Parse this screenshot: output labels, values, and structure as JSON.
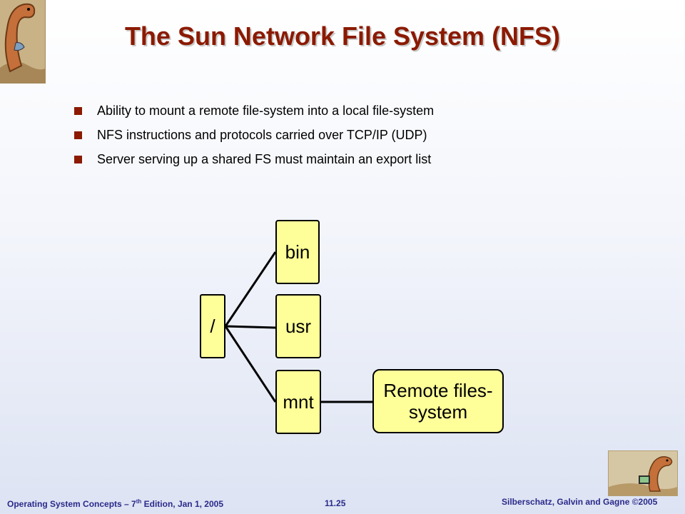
{
  "slide": {
    "title": "The Sun Network File System (NFS)",
    "bullets": [
      "Ability to mount a remote file-system into a local file-system",
      "NFS instructions and protocols carried over TCP/IP (UDP)",
      "Server serving up a shared FS must maintain an export list"
    ]
  },
  "diagram": {
    "root": "/",
    "children": [
      "bin",
      "usr",
      "mnt"
    ],
    "remote": "Remote files-system"
  },
  "footer": {
    "left_prefix": "Operating System Concepts – 7",
    "left_sup": "th",
    "left_suffix": " Edition, Jan 1, 2005",
    "page": "11.25",
    "right": "Silberschatz, Galvin and Gagne ©2005"
  },
  "colors": {
    "title": "#8b1a00",
    "node_fill": "#ffff99",
    "footer_text": "#2a2a8a"
  },
  "icons": [
    "dinosaur-logo-top",
    "dinosaur-logo-bottom"
  ]
}
